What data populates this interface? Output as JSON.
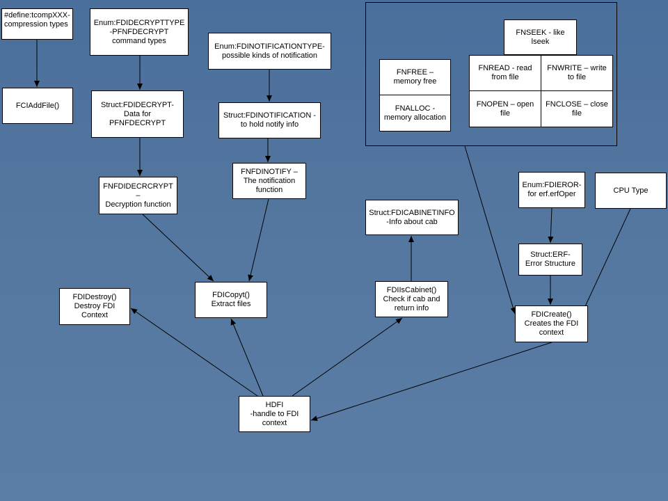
{
  "nodes": {
    "define_compression": "#define:tcompXXX-\ncompression types",
    "fci_add_file": "FCIAddFile()",
    "enum_fdidecrypttype": "Enum:FDIDECRYPTTYPE\n-PFNFDECRYPT\ncommand types",
    "struct_fdidecrypt": "Struct:FDIDECRYPT-\nData for\nPFNFDECRYPT",
    "fnfdidecrcrypt": "FNFDIDECRCRYPT\n–\nDecryption function",
    "enum_fdinotificationtype": "Enum:FDINOTIFICATIONTYPE-\npossible kinds of notification",
    "struct_fdinotification": "Struct:FDINOTIFICATION -\nto hold notify info",
    "fnfdinotify": "FNFDINOTIFY –\nThe notification\nfunction",
    "fnfree": "FNFREE –\nmemory free",
    "fnalloc": "FNALLOC -\nmemory allocation",
    "fnseek": "FNSEEK - like lseek",
    "fnread": "FNREAD - read\nfrom file",
    "fnwrite": "FNWRITE – write\nto file",
    "fnopen": "FNOPEN – open\nfile",
    "fnclose": "FNCLOSE – close\nfile",
    "enum_fdieror": "Enum:FDIEROR-\nfor erf.erfOper",
    "cpu_type": "CPU Type",
    "struct_fdicabinetinfo": "Struct:FDICABINETINFO\n-Info about cab",
    "struct_erf": "Struct:ERF-\nError Structure",
    "fdi_destroy": "FDIDestroy()\nDestroy FDI\nContext",
    "fdi_copy": "FDICopyt()\nExtract files",
    "fdi_is_cabinet": "FDIIsCabinet()\nCheck if cab and\nreturn info",
    "fdi_create": "FDICreate()\nCreates the FDI\ncontext",
    "hdfi": "HDFI\n-handle to FDI\ncontext"
  },
  "colors": {
    "background": "#54779f",
    "box_fill": "#ffffff",
    "line": "#000000"
  }
}
